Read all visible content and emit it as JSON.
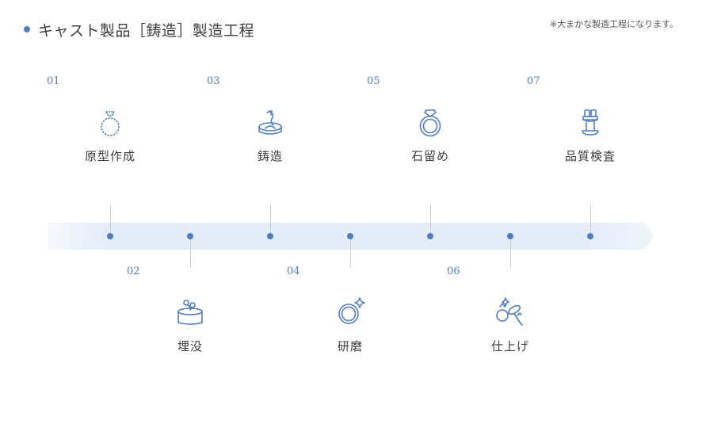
{
  "header": {
    "title": "キャスト製品［鋳造］製造工程",
    "note": "※大まかな製造工程になります。"
  },
  "colors": {
    "accent": "#4f7dc4",
    "band": "#e4ecf8",
    "connector": "#cfcfcf"
  },
  "steps": [
    {
      "num": "01",
      "label": "原型作成",
      "icon": "ring-dotted-icon"
    },
    {
      "num": "02",
      "label": "埋没",
      "icon": "flask-investment-icon"
    },
    {
      "num": "03",
      "label": "鋳造",
      "icon": "casting-pour-icon"
    },
    {
      "num": "04",
      "label": "研磨",
      "icon": "polished-ring-icon"
    },
    {
      "num": "05",
      "label": "石留め",
      "icon": "gem-ring-icon"
    },
    {
      "num": "06",
      "label": "仕上げ",
      "icon": "finishing-tool-icon"
    },
    {
      "num": "07",
      "label": "品質検査",
      "icon": "inspection-stand-icon"
    }
  ]
}
